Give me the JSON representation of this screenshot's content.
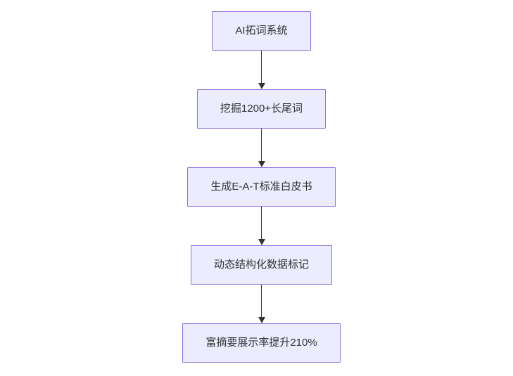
{
  "diagram": {
    "type": "flowchart",
    "direction": "top-down",
    "colors": {
      "node_fill": "#ECECFF",
      "node_border": "#9370DB",
      "arrow": "#333333",
      "text": "#333333",
      "background": "#ffffff"
    },
    "nodes": [
      {
        "label": "AI拓词系统"
      },
      {
        "label": "挖掘1200+长尾词"
      },
      {
        "label": "生成E-A-T标准白皮书"
      },
      {
        "label": "动态结构化数据标记"
      },
      {
        "label": "富摘要展示率提升210%"
      }
    ],
    "edges": [
      {
        "from": 0,
        "to": 1,
        "style": "arrow-down"
      },
      {
        "from": 1,
        "to": 2,
        "style": "arrow-down"
      },
      {
        "from": 2,
        "to": 3,
        "style": "arrow-down"
      },
      {
        "from": 3,
        "to": 4,
        "style": "arrow-down"
      }
    ]
  }
}
